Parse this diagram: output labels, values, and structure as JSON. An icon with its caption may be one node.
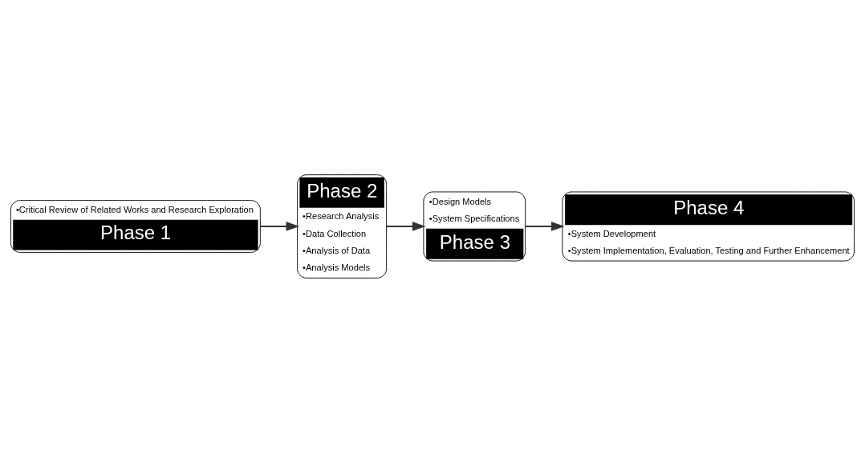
{
  "diagram": {
    "nodes": [
      {
        "text": [
          "•Critical Review of Related Works and Research Exploration",
          "Phase 1"
        ]
      },
      {
        "text": [
          "Phase 2",
          "•Research Analysis",
          "•Data Collection",
          "•Analysis of Data",
          "•Analysis Models"
        ]
      },
      {
        "text": [
          "•Design Models",
          "•System Specifications",
          "Phase 3"
        ]
      },
      {
        "text": [
          "Phase 4",
          "•System Development",
          "•System Implementation, Evaluation, Testing and Further Enhancement"
        ]
      }
    ],
    "edges": [
      {
        "from": 0,
        "to": 1,
        "arrow": "to"
      },
      {
        "from": 1,
        "to": 2,
        "arrow": "to"
      },
      {
        "from": 2,
        "to": 3,
        "arrow": "to"
      }
    ]
  }
}
